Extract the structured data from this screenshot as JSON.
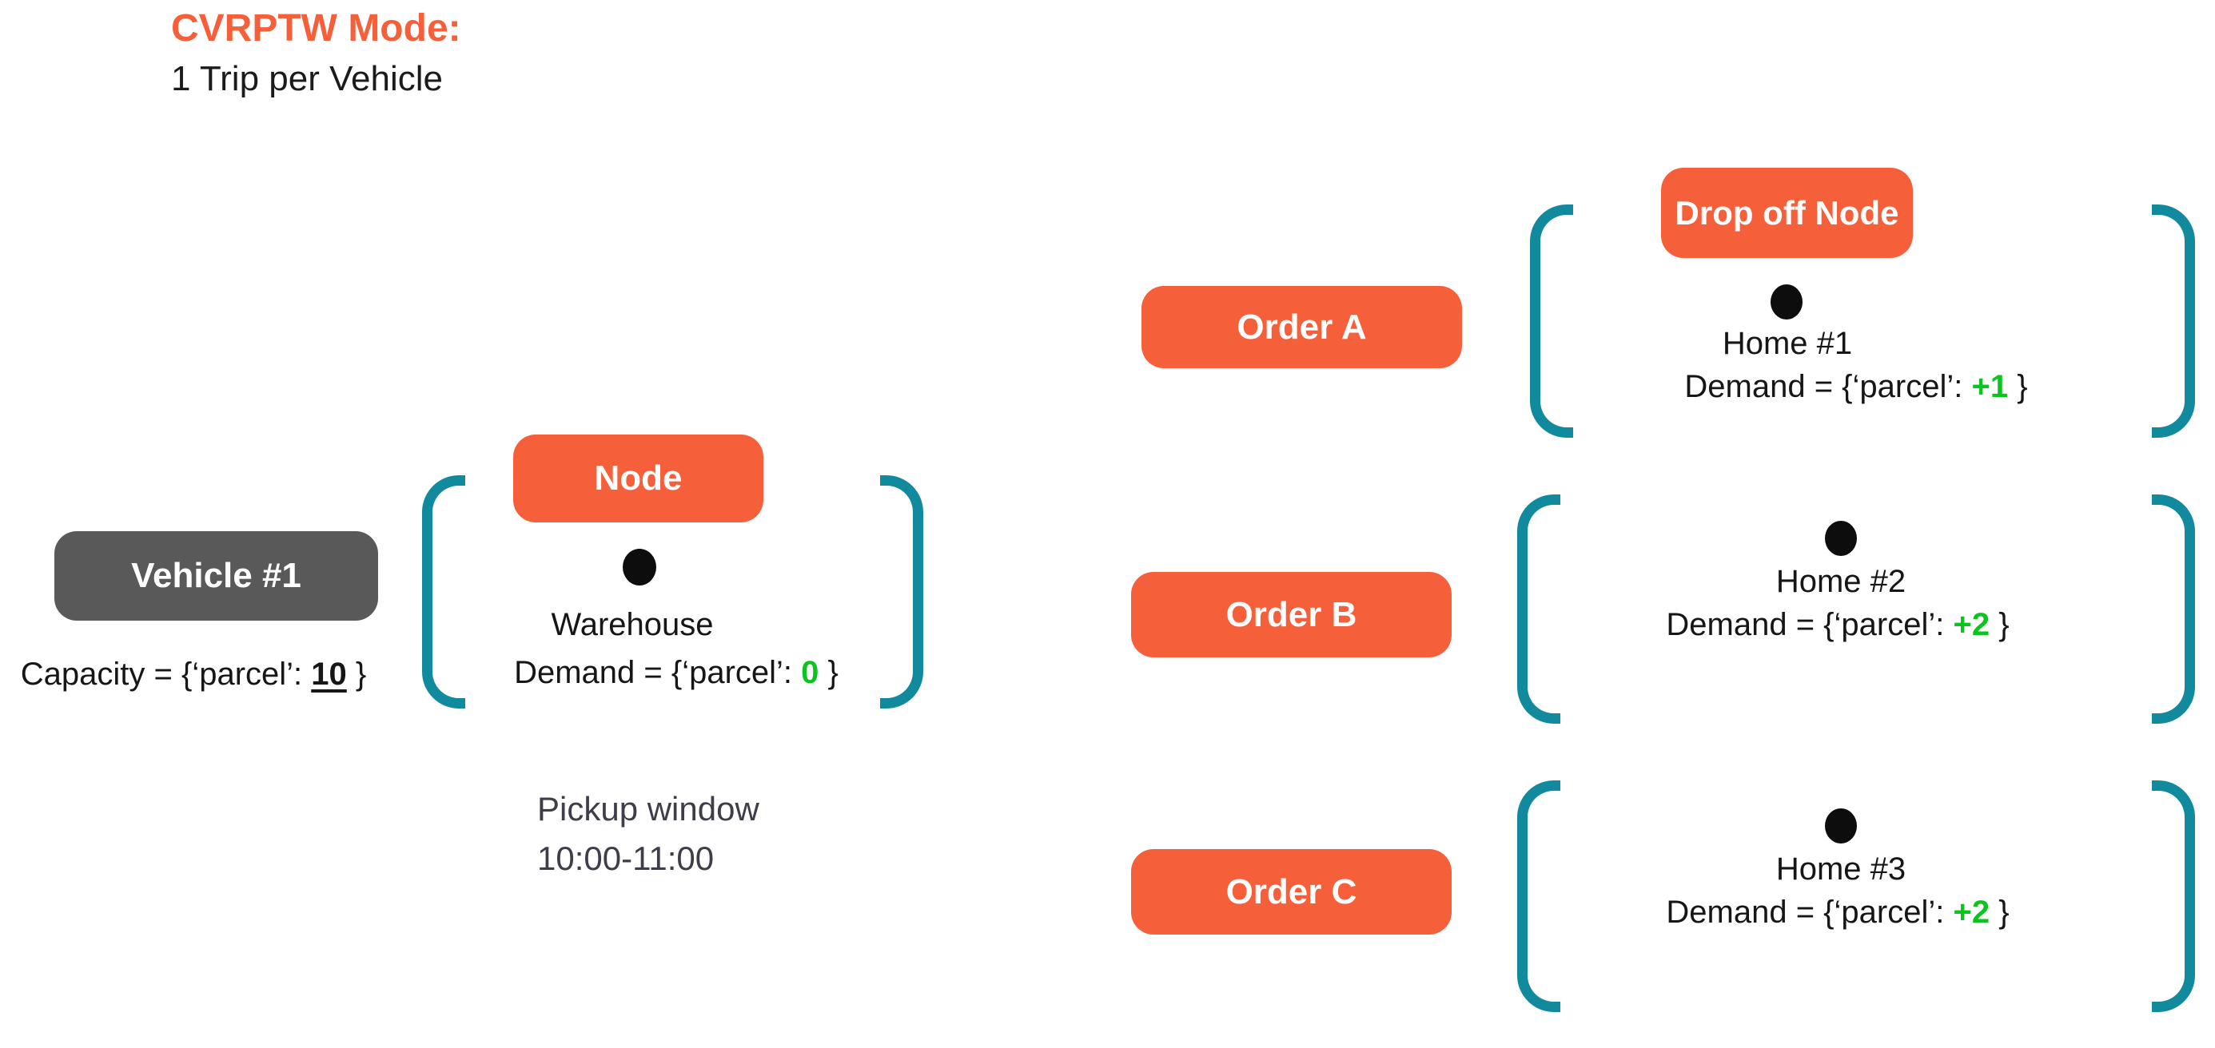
{
  "title": "CVRPTW Mode:",
  "subtitle": "1 Trip per Vehicle",
  "colors": {
    "orange": "#F5603B",
    "gray": "#595959",
    "teal": "#128A9E",
    "green": "#0BC51E"
  },
  "vehicle": {
    "label": "Vehicle #1",
    "capacity": {
      "prefix": "Capacity = {‘parcel’: ",
      "value": "10",
      "suffix": " }"
    }
  },
  "depot": {
    "box_label": "Node",
    "name": "Warehouse",
    "demand": {
      "prefix": "Demand = {‘parcel’: ",
      "value": "0",
      "suffix": " }"
    },
    "pickup_window_line1": "Pickup window",
    "pickup_window_line2": "10:00-11:00"
  },
  "dropoff": {
    "box_label": "Drop off Node"
  },
  "orders": [
    {
      "label": "Order A",
      "home": "Home #1",
      "demand": {
        "prefix": "Demand = {‘parcel’: ",
        "value": "+1",
        "suffix": " }"
      }
    },
    {
      "label": "Order B",
      "home": "Home #2",
      "demand": {
        "prefix": "Demand = {‘parcel’: ",
        "value": "+2",
        "suffix": " }"
      }
    },
    {
      "label": "Order C",
      "home": "Home #3",
      "demand": {
        "prefix": "Demand = {‘parcel’: ",
        "value": "+2",
        "suffix": " }"
      }
    }
  ]
}
